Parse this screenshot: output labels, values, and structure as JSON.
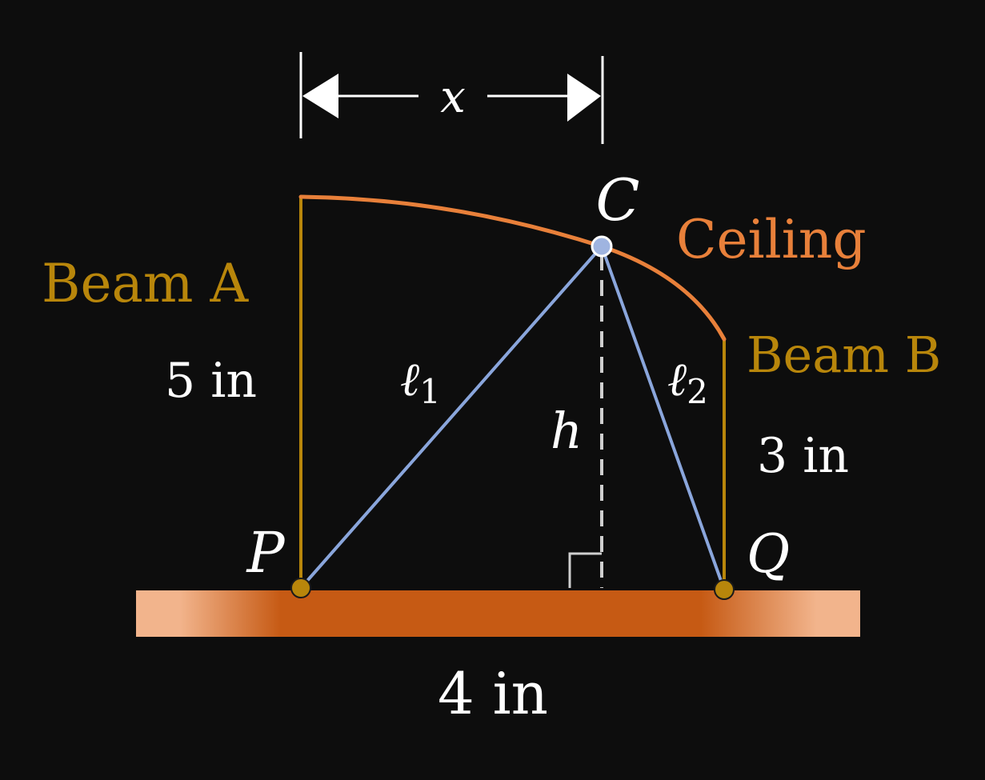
{
  "labels": {
    "x": "x",
    "c": "C",
    "ceiling": "Ceiling",
    "beam_a": "Beam A",
    "beam_a_len": "5 in",
    "beam_b": "Beam B",
    "beam_b_len": "3 in",
    "l1_base": "ℓ",
    "l1_sub": "1",
    "l2_base": "ℓ",
    "l2_sub": "2",
    "h": "h",
    "p": "P",
    "q": "Q",
    "floor_len": "4 in"
  },
  "colors": {
    "background": "#0d0d0d",
    "beam": "#b8860b",
    "ceiling": "#e8803a",
    "cable": "#8aa6dc",
    "white": "#ffffff",
    "floor_center": "#c65a14",
    "floor_edge": "#f2b48c",
    "point_c": "#9fb4e0",
    "point_pq": "#b8860b"
  }
}
